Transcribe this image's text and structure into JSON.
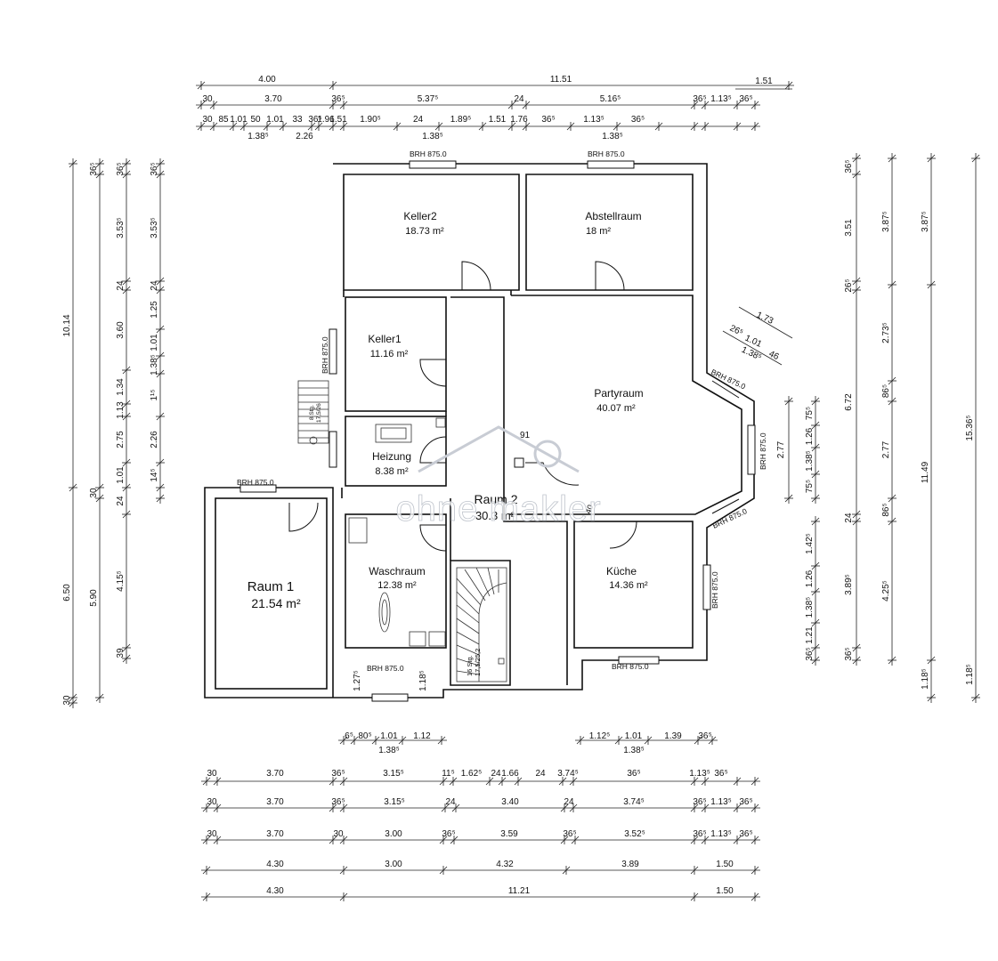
{
  "rooms": [
    {
      "id": "keller2",
      "name": "Keller2",
      "area": "18.73 m²"
    },
    {
      "id": "abstellraum",
      "name": "Abstellraum",
      "area": "18 m²"
    },
    {
      "id": "keller1",
      "name": "Keller1",
      "area": "11.16 m²"
    },
    {
      "id": "partyraum",
      "name": "Partyraum",
      "area": "40.07 m²"
    },
    {
      "id": "heizung",
      "name": "Heizung",
      "area": "8.38 m²"
    },
    {
      "id": "raum2",
      "name": "Raum 2",
      "area": "30.3 m²"
    },
    {
      "id": "raum1",
      "name": "Raum 1",
      "area": "21.54 m²"
    },
    {
      "id": "waschraum",
      "name": "Waschraum",
      "area": "12.38 m²"
    },
    {
      "id": "kueche",
      "name": "Küche",
      "area": "14.36 m²"
    }
  ],
  "windows": {
    "label": "BRH 875.0"
  },
  "stairs": {
    "small": "8 Stg.",
    "small_ratio": "17,5/26",
    "main": "16 Stg.",
    "main_ratio": "17,5/25,2"
  },
  "annotations": {
    "door_91": "91",
    "door_40": "40"
  },
  "watermark": "ohne makler",
  "dimensions": {
    "top": [
      [
        "4.00",
        "11.51",
        "1.51"
      ],
      [
        "30",
        "3.70",
        "36⁵",
        "5.37⁵",
        "24",
        "5.16⁵",
        "36⁵",
        "1.13⁵",
        "36⁵"
      ],
      [
        "30",
        "85",
        "1.01",
        "50",
        "1.01",
        "33",
        "36⁵",
        "1.96",
        "1.51",
        "1.90⁵",
        "24",
        "1.89⁵",
        "1.51",
        "1.76",
        "36⁵",
        "1.13⁵",
        "36⁵"
      ],
      [
        "1.38⁵",
        "2.26",
        "1.38⁵",
        "1.38⁵"
      ]
    ],
    "left_outer": [
      "10.14",
      "6.50",
      "30"
    ],
    "left_mid": [
      "36⁵",
      "30",
      "5.90"
    ],
    "left_inner": [
      "36⁵",
      "3.53⁵",
      "24",
      "3.60",
      "1.34",
      "1.13",
      "2.75",
      "1.01",
      "24",
      "4.15⁵",
      "39"
    ],
    "left_inner2": [
      "36⁵",
      "3.53⁵",
      "24",
      "1.25",
      "1.01",
      "1.38⁵",
      "1¹⁵",
      "2.26",
      "14⁵"
    ],
    "bay": [
      "1.73",
      "26⁵",
      "1.01",
      "1.38⁵",
      "46"
    ],
    "right_a": [
      "2.77",
      "1.26",
      "1.38⁵",
      "75⁵",
      "75⁵"
    ],
    "right_b": [
      "1.42⁵",
      "1.26",
      "1.38⁵",
      "1.21",
      "36⁵"
    ],
    "right_c": [
      "36⁵",
      "3.51",
      "26⁵",
      "6.72",
      "24",
      "3.89⁵",
      "36⁵"
    ],
    "right_d": [
      "3.87⁵",
      "2.73⁵",
      "86⁵",
      "2.77",
      "86⁵",
      "4.25⁵"
    ],
    "right_e": [
      "3.87⁵",
      "15.36⁵",
      "11.49",
      "1.18⁵",
      "1.18⁵"
    ],
    "inner_bottom_left": [
      "6⁵",
      "80⁵",
      "1.01",
      "1.12",
      "1.38⁵",
      "1.27⁵",
      "1.18⁵"
    ],
    "inner_bottom_right": [
      "1.12⁵",
      "1.01",
      "1.39",
      "36⁵",
      "1.38⁵"
    ],
    "bottom": [
      [
        "30",
        "3.70",
        "36⁵",
        "3.15⁵",
        "11⁵",
        "1.62⁵",
        "24",
        "1.66",
        "24",
        "3.74⁵",
        "36⁵",
        "1.13⁵",
        "36⁵"
      ],
      [
        "30",
        "3.70",
        "36⁵",
        "3.15⁵",
        "24",
        "3.40",
        "24",
        "3.74⁵",
        "36⁵",
        "1.13⁵",
        "36⁵"
      ],
      [
        "30",
        "3.70",
        "30",
        "3.00",
        "36⁵",
        "3.59",
        "36⁵",
        "3.52⁵",
        "36⁵",
        "1.13⁵",
        "36⁵"
      ],
      [
        "4.30",
        "3.00",
        "4.32",
        "3.89",
        "1.50"
      ],
      [
        "4.30",
        "11.21",
        "1.50"
      ]
    ]
  }
}
